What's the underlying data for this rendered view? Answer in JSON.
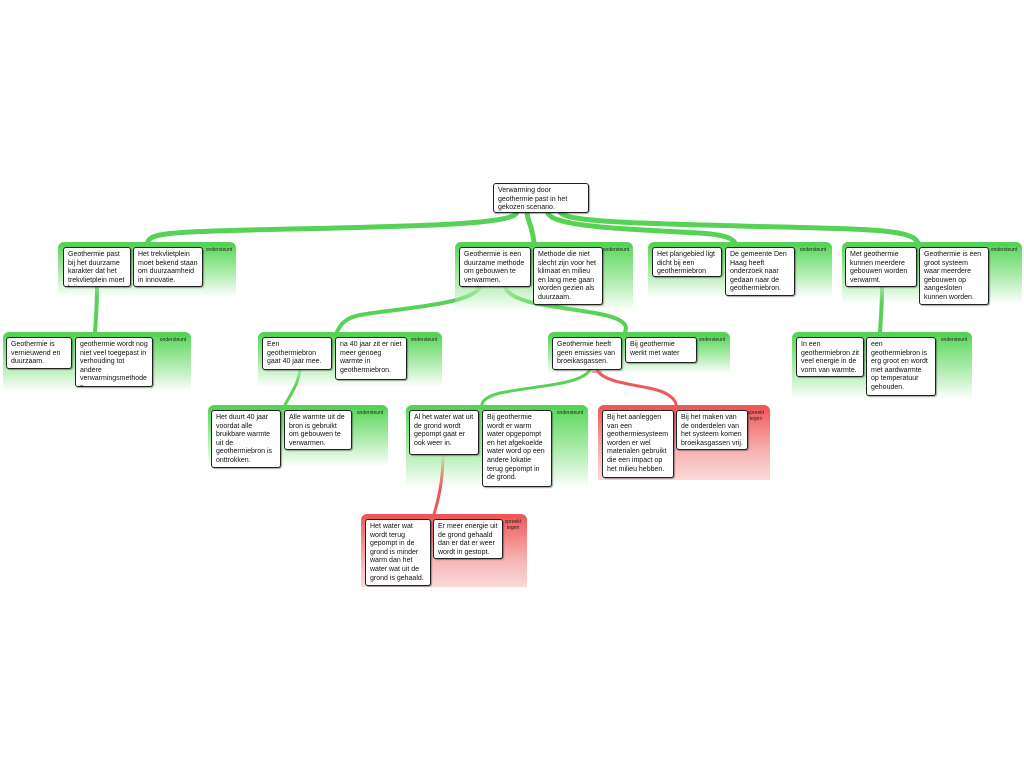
{
  "colors": {
    "support": "#56d356",
    "oppose": "#ef5858",
    "border": "#222222"
  },
  "root": {
    "text": "Verwarming door geothermie past in het gekozen scenario."
  },
  "groups": [
    {
      "id": "g1",
      "type": "green",
      "label": "ondersteunt"
    },
    {
      "id": "g2",
      "type": "green",
      "label": "ondersteunt"
    },
    {
      "id": "g3",
      "type": "green",
      "label": "ondersteunt"
    },
    {
      "id": "g4",
      "type": "green",
      "label": "ondersteunt"
    },
    {
      "id": "g5",
      "type": "green",
      "label": "ondersteunt"
    },
    {
      "id": "g6",
      "type": "green",
      "label": "ondersteunt"
    },
    {
      "id": "g7",
      "type": "green",
      "label": "ondersteunt"
    },
    {
      "id": "g8",
      "type": "green",
      "label": "ondersteunt"
    },
    {
      "id": "g9",
      "type": "green",
      "label": "ondersteunt"
    },
    {
      "id": "g10",
      "type": "green",
      "label": "ondersteunt"
    },
    {
      "id": "g11",
      "type": "red",
      "label": "spreekt tegen"
    },
    {
      "id": "g12",
      "type": "red",
      "label": "spreekt tegen"
    }
  ],
  "nodes": {
    "n1": "Geothermie past bij het duurzame karakter dat het trekvlietplein moet krijgen.",
    "n2": "Het trekvlietplein moet bekend staan om duurzaamheid in innovatie.",
    "n3": "Geothermie is een duurzame methode om gebouwen te verwarmen.",
    "n4": "Methode die niet slecht zijn voor het klimaat en milieu en lang mee gaan worden gezien als duurzaam.",
    "n5": "Het plangebied ligt dicht bij een geothermiebron",
    "n6": "De gemeente Den Haag heeft onderzoek naar gedaan naar de geothermiebron.",
    "n7": "Met geothermie kunnen meerdere gebouwen worden verwarmt.",
    "n8": "Geothermie is een groot systeem waar meerdere gebouwen op aangesloten kunnen worden.",
    "n9": "Geothermie is vernieuwend en duurzaam.",
    "n10": "geothermie wordt nog niet veel toegepast in verhouding tot andere verwarmingsmethodes.",
    "n11": "Een geothermiebron gaat 40 jaar mee.",
    "n12": "na 40 jaar zit er niet meer genoeg warmte in geothermiebron.",
    "n13": "Geothermie heeft geen emissies van broeikasgassen.",
    "n14": "Bij geothermie werkt met water",
    "n15": "In een geothermiebron zit veel energie in de vorm van warmte.",
    "n16": "een geothermiebron is erg groot en wordt met aardwarmte op temperatuur gehouden.",
    "n17": "Het duurt 40 jaar voordat alle bruikbare warmte uit de geothermiebron is onttrokken.",
    "n18": "Alle warmte uit de bron is gebruikt om gebouwen te verwarmen.",
    "n19": "Al het water wat uit de grond wordt gepompt gaat er ook weer in.",
    "n20": "Bij geothermie wordt er warm water opgepompt en het afgekoelde water word op een andere lokatie terug gepompt in de grond.",
    "n21": "Bij het aanleggen van een geothermiesysteem worden er wel materialen gebruikt die een impact op het milieu hebben.",
    "n22": "Bij het maken van de onderdelen van het systeem komen broeikasgassen vrij.",
    "n23": "Het water wat wordt terug gepompt in de grond is minder warm dan het water wat uit de grond is gehaald.",
    "n24": "Er meer energie uit de grond gehaald dan er dat er weer wordt in gestopt."
  }
}
